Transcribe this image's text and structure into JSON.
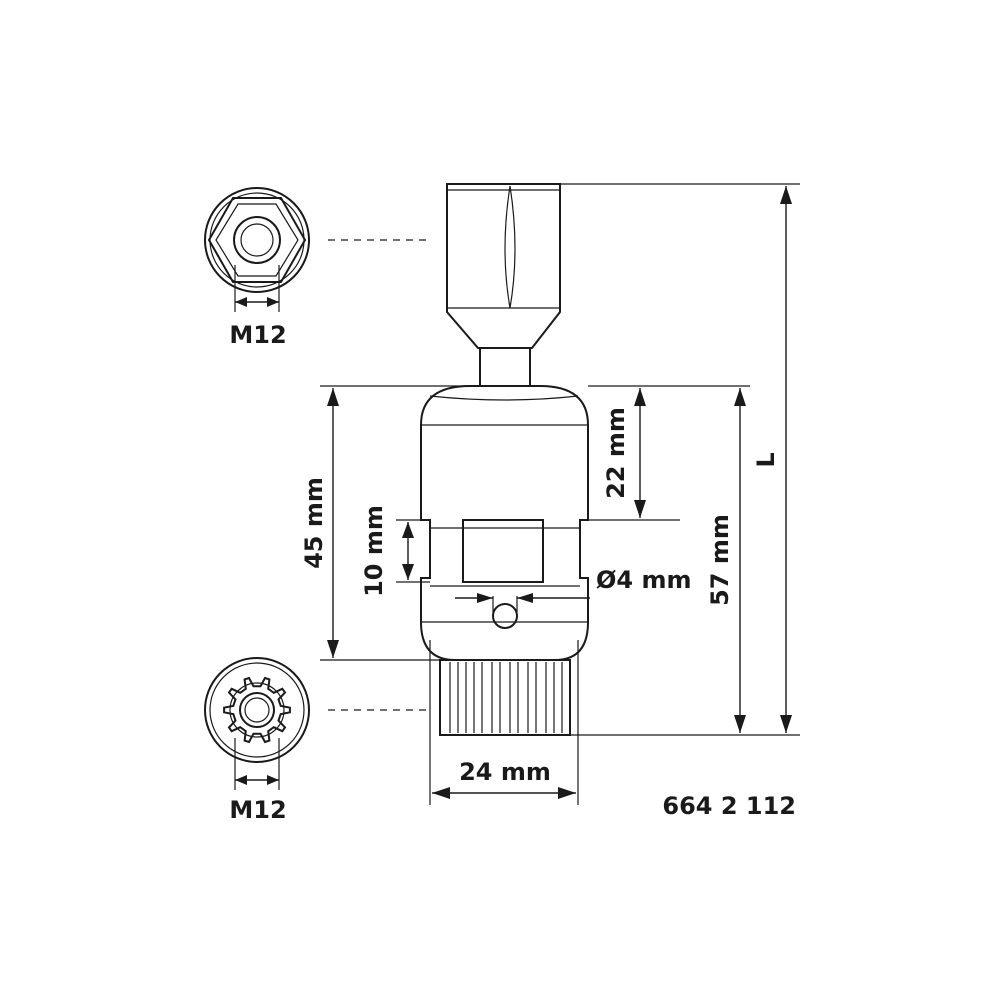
{
  "labels": {
    "hex_view_thread": "M12",
    "spline_view_thread": "M12",
    "dim_22": "22 mm",
    "dim_45": "45 mm",
    "dim_10": "10 mm",
    "dim_57": "57 mm",
    "dim_L": "L",
    "dim_d4": "Ø4 mm",
    "dim_24": "24 mm",
    "part_number": "664 2 112"
  },
  "colors": {
    "line": "#1a1a1a",
    "background": "#ffffff"
  }
}
